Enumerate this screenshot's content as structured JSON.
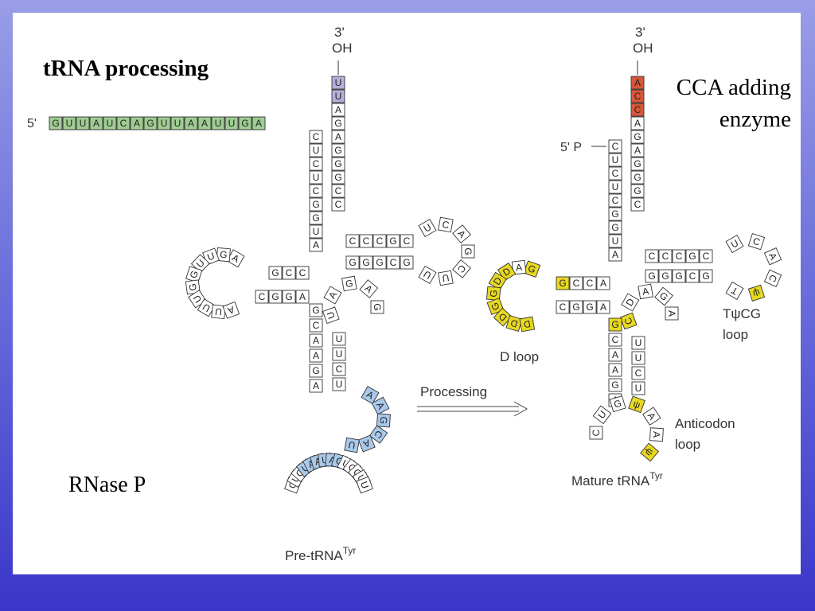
{
  "slide": {
    "title": "tRNA processing",
    "cca_line1": "CCA adding",
    "cca_line2": "enzyme",
    "rnase": "RNase P"
  },
  "pre": {
    "label": "Pre-tRNA",
    "sup": "Tyr",
    "three_prime": "3'",
    "oh": "OH",
    "five_prime": "5'",
    "leader": [
      "G",
      "U",
      "U",
      "A",
      "U",
      "C",
      "A",
      "G",
      "U",
      "U",
      "A",
      "A",
      "U",
      "U",
      "G",
      "A"
    ],
    "acceptor_right": [
      "U",
      "U",
      "A",
      "G",
      "A",
      "G",
      "G",
      "G",
      "C",
      "C"
    ],
    "acceptor_left": [
      "C",
      "U",
      "C",
      "U",
      "C",
      "G",
      "G",
      "U",
      "A"
    ],
    "t_stem_top": [
      "C",
      "C",
      "C",
      "G",
      "C"
    ],
    "t_stem_bottom": [
      "G",
      "G",
      "G",
      "C",
      "G"
    ],
    "t_loop": [
      "U",
      "C",
      "A",
      "G",
      "C",
      "U",
      "U"
    ],
    "d_stem_top": [
      "C",
      "C",
      "G"
    ],
    "d_stem_bottom": [
      "A",
      "G",
      "G",
      "C"
    ],
    "d_loop": [
      "A",
      "G",
      "U",
      "U",
      "G",
      "G",
      "U",
      "U",
      "U",
      "A"
    ],
    "variable": [
      "U",
      "A",
      "G",
      "A",
      "G"
    ],
    "anticodon_stem_left": [
      "G",
      "C",
      "A",
      "A",
      "G",
      "A"
    ],
    "anticodon_stem_right": [
      "U",
      "U",
      "C",
      "U"
    ],
    "intron": [
      "A",
      "A",
      "G",
      "C",
      "A",
      "U"
    ],
    "anticodon_loop": [
      "C",
      "U",
      "G",
      "U",
      "A",
      "A",
      "U",
      "A",
      "C",
      "U",
      "C",
      "C",
      "U",
      "U"
    ]
  },
  "mature": {
    "label": "Mature tRNA",
    "sup": "Tyr",
    "three_prime": "3'",
    "oh": "OH",
    "five_prime": "5' P",
    "cca": [
      "A",
      "C",
      "C"
    ],
    "acceptor_right": [
      "A",
      "G",
      "A",
      "G",
      "G",
      "G",
      "C"
    ],
    "acceptor_left": [
      "C",
      "U",
      "C",
      "U",
      "C",
      "G",
      "G",
      "U",
      "A"
    ],
    "t_stem_top": [
      "C",
      "C",
      "C",
      "G",
      "C"
    ],
    "t_stem_bottom": [
      "G",
      "G",
      "G",
      "C",
      "G"
    ],
    "t_loop": [
      "U",
      "C",
      "A",
      "C",
      "ψ",
      "T"
    ],
    "t_loop_label": "TψCG",
    "t_loop_label2": "loop",
    "d_stem_top": [
      "A",
      "C",
      "C",
      "G"
    ],
    "d_stem_bottom": [
      "A",
      "G",
      "G",
      "C"
    ],
    "d_loop": [
      "G",
      "A",
      "D",
      "D",
      "G",
      "G",
      "D",
      "D",
      "D"
    ],
    "d_loop_label": "D loop",
    "variable": [
      "C",
      "D",
      "A",
      "G",
      "A"
    ],
    "anticodon_stem_left": [
      "G",
      "C",
      "A",
      "A",
      "G",
      "A"
    ],
    "anticodon_stem_right": [
      "U",
      "U",
      "C",
      "U"
    ],
    "anticodon_loop": [
      "C",
      "U",
      "G",
      "ψ",
      "A",
      "A",
      "ψ"
    ],
    "anticodon_label": "Anticodon",
    "anticodon_label2": "loop"
  },
  "arrow": {
    "label": "Processing"
  },
  "colors": {
    "leader": "#9fcc92",
    "three_prime_ext": "#b7aedb",
    "intron": "#a9c8ea",
    "cca": "#d8563a",
    "modified": "#e7d821"
  }
}
